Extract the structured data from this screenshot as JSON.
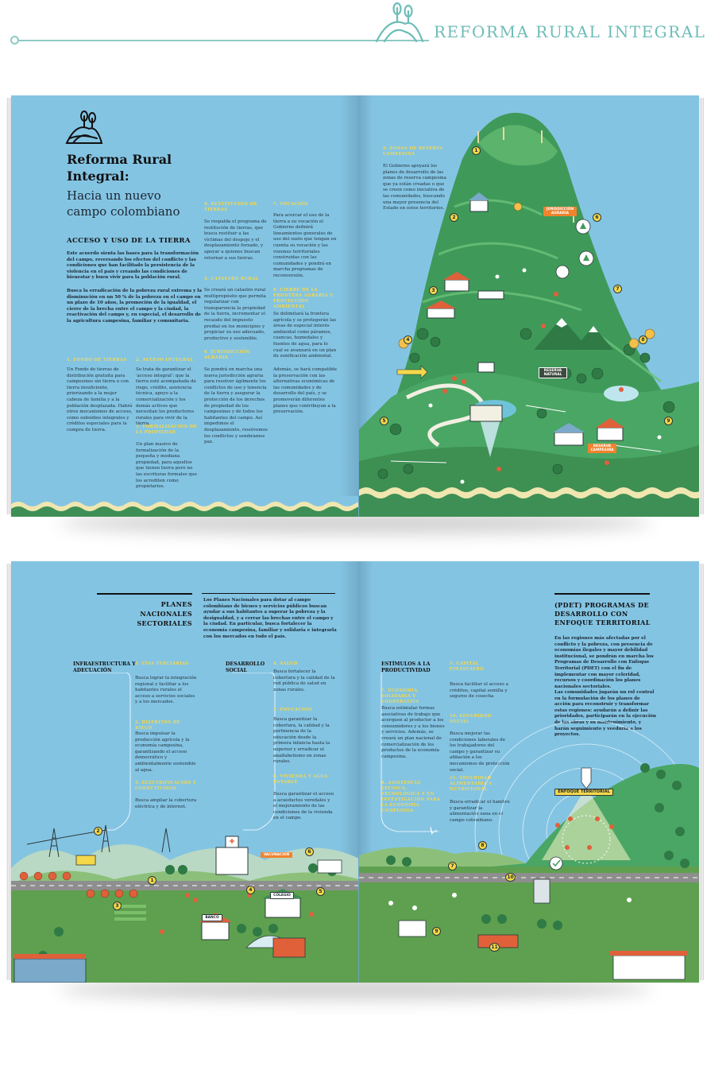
{
  "header": {
    "title": "REFORMA RURAL INTEGRAL",
    "logo_icon": "hills-trees-icon"
  },
  "colors": {
    "accent": "#6ebdb8",
    "page_blue": "#84c4e3",
    "mountain_green": "#3f9a5a",
    "label_yellow": "#f5d84a",
    "sign_orange": "#f0832e"
  },
  "spread1": {
    "left": {
      "logo_icon": "hills-trees-icon",
      "title": "Reforma Rural Integral:",
      "subtitle": "Hacia un nuevo campo colombiano",
      "section_heading": "ACCESO Y USO DE LA TIERRA",
      "intro_1": "Este acuerdo sienta las bases para la transformación del campo, reversando los efectos del conflicto y las condiciones que han facilitado la persistencia de la violencia en el país y creando las condiciones de bienestar y buen vivir para la población rural.",
      "intro_2": "Busca la erradicación de la pobreza rural extrema y la disminución en un 50 % de la pobreza en el campo en un plazo de 10 años, la promoción de la igualdad, el cierre de la brecha entre el campo y la ciudad, la reactivación del campo y, en especial, el desarrollo de la agricultura campesina, familiar y comunitaria.",
      "items": [
        {
          "title": "1. FONDO DE TIERRAS",
          "text": "Un Fondo de tierras de distribución gratuita para campesinos sin tierra o con tierra insuficiente, priorizando a la mujer cabeza de familia y a la población desplazada. Habrá otros mecanismos de acceso, como subsidios integrales y créditos especiales para la compra de tierra."
        },
        {
          "title": "2. ACCESO INTEGRAL",
          "text": "Se trata de garantizar el 'acceso integral': que la tierra esté acompañada de riego, crédito, asistencia técnica, apoyo a la comercialización y los demás activos que necesitan los productores rurales para vivir de la tierra."
        },
        {
          "title": "3. FORMALIZACIÓN DE LA PROPIEDAD",
          "text": "Un plan masivo de formalización de la pequeña y mediana propiedad, para aquellos que tienen tierra pero no las escrituras formales que los acrediten como propietarios."
        },
        {
          "title": "4. RESTITUCIÓN DE TIERRAS",
          "text": "Se respalda el programa de restitución de tierras, que busca restituir a las víctimas del despojo y el desplazamiento forzado, y apoyar a quienes buscan retornar a sus tierras."
        },
        {
          "title": "5. CATASTRO RURAL",
          "text": "Se creará un catastro rural multipropósito que permita regularizar con transparencia la propiedad de la tierra, incrementar el recaudo del impuesto predial en los municipios y propiciar su uso adecuado, productivo y sostenible."
        },
        {
          "title": "6. JURISDICCIÓN AGRARIA",
          "text": "Se pondrá en marcha una nueva jurisdicción agraria para resolver ágilmente los conflictos de uso y tenencia de la tierra y asegurar la protección de los derechos de propiedad de los campesinos y de todos los habitantes del campo. Así impedimos el desplazamiento, resolvemos los conflictos y sembramos paz."
        },
        {
          "title": "7. VOCACIÓN",
          "text": "Para acercar el uso de la tierra a su vocación el Gobierno definirá lineamientos generales de uso del suelo que tengan en cuenta su vocación y las visiones territoriales construidas con las comunidades y pondrá en marcha programas de reconversión."
        },
        {
          "title": "8. CIERRE DE LA FRONTERA AGRARIA Y PROTECCIÓN AMBIENTAL",
          "text": "Se delimitará la frontera agrícola y se protegerán las áreas de especial interés ambiental como páramos, cuencas, humedales y fuentes de agua, para lo cual se avanzará en un plan de zonificación ambiental."
        },
        {
          "title": "",
          "text": "Además, se hará compatible la preservación con las alternativas económicas de las comunidades y de desarrollo del país, y se promoverán diferentes planes que contribuyan a la preservación."
        }
      ]
    },
    "right": {
      "item_title": "9. ZONAS DE RESERVA CAMPESINA",
      "item_text": "El Gobierno apoyará los planes de desarrollo de las zonas de reserva campesina que ya están creadas o que se creen como iniciativa de las comunidades, buscando una mayor presencia del Estado en estos territorios.",
      "signs": [
        "JURISDICCIÓN AGRARIA",
        "RESERVA NATURAL",
        "RESERVA CAMPESINA"
      ],
      "badges": [
        "1",
        "2",
        "3",
        "4",
        "5",
        "6",
        "7",
        "8",
        "9"
      ]
    }
  },
  "spread2": {
    "left": {
      "heading": "PLANES NACIONALES SECTORIALES",
      "intro": "Los Planes Nacionales para dotar al campo colombiano de bienes y servicios públicos buscan ayudar a sus habitantes a superar la pobreza y la desigualdad, y a cerrar las brechas entre el campo y la ciudad. En particular, busca fortalecer la economía campesina, familiar y solidaria e integrarla con los mercados en todo el país.",
      "group1": "INFRAESTRUCTURA Y ADECUACIÓN",
      "group2": "DESARROLLO SOCIAL",
      "items": [
        {
          "title": "1. VÍAS TERCIARIAS",
          "text": "Busca lograr la integración regional y facilitar a los habitantes rurales el acceso a servicios sociales y a los mercados."
        },
        {
          "title": "2. DISTRITOS DE RIEGO",
          "text": "Busca impulsar la producción agrícola y la economía campesina, garantizando el acceso democrático y ambientalmente sostenible al agua."
        },
        {
          "title": "3. ELECTRIFICACIÓN Y CONECTIVIDAD",
          "text": "Busca ampliar la cobertura eléctrica y de internet."
        },
        {
          "title": "4. SALUD",
          "text": "Busca fortalecer la cobertura y la calidad de la red pública de salud en zonas rurales."
        },
        {
          "title": "5. EDUCACIÓN",
          "text": "Busca garantizar la cobertura, la calidad y la pertinencia de la educación desde la primera infancia hasta la superior y erradicar el analfabetismo en zonas rurales."
        },
        {
          "title": "6. VIVIENDA Y AGUA POTABLE",
          "text": "Busca garantizar el acceso a acueductos veredales y el mejoramiento de las condiciones de la vivienda en el campo."
        }
      ],
      "signs": [
        "VACUNACIÓN",
        "COLEGIO",
        "BANCO"
      ],
      "badges": [
        "1",
        "2",
        "3",
        "4",
        "5",
        "6"
      ]
    },
    "right": {
      "group3": "ESTÍMULOS A LA PRODUCTIVIDAD",
      "items": [
        {
          "title": "7. ECONOMÍA SOLIDARIA Y COOPERATIVA",
          "text": "Busca estimular formas asociativas de trabajo que acerquen al productor a los consumidores y a los bienes y servicios. Además, se creará un plan nacional de comercialización de los productos de la economía campesina."
        },
        {
          "title": "8. ASISTENCIA TÉCNICA, TECNOLÓGICA Y EN INVESTIGACIÓN PARA LA ECONOMÍA CAMPESINA",
          "text": ""
        },
        {
          "title": "9. CAPITAL FINANCIERO",
          "text": "Busca facilitar el acceso a créditos, capital semilla y seguros de cosecha"
        },
        {
          "title": "10. SEGURIDAD SOCIAL",
          "text": "Busca mejorar las condiciones laborales de los trabajadores del campo y garantizar su afiliación a los mecanismos de protección social."
        },
        {
          "title": "11. SEGURIDAD ALIMENTARIA Y NUTRICIONAL",
          "text": "Busca erradicar el hambre y garantizar la alimentación sana en el campo colombiano."
        }
      ],
      "pdet_title": "(PDET) PROGRAMAS DE DESARROLLO CON ENFOQUE TERRITORIAL",
      "pdet_text_1": "En las regiones más afectadas por el conflicto y la pobreza, con presencia de economías ilegales y mayor debilidad institucional, se pondrán en marcha los Programas de Desarrollo con Enfoque Territorial (PDET) con el fin de implementar con mayor celeridad, recursos y coordinación los planes nacionales sectoriales.",
      "pdet_text_2": "Las comunidades jugarán un rol central en la formulación de los planes de acción para reconstruir y transformar estas regiones: ayudarán a definir las prioridades, participarán en la ejecución de las obras y su mantenimiento, y harán seguimiento y veeduría a los proyectos.",
      "sign": "ENFOQUE TERRITORIAL",
      "badges": [
        "7",
        "8",
        "9",
        "10",
        "11"
      ]
    }
  }
}
